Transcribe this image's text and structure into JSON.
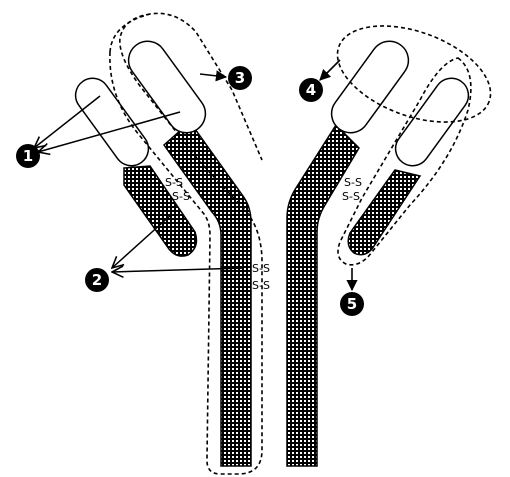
{
  "diagram": {
    "callouts": {
      "c1": "1",
      "c2": "2",
      "c3": "3",
      "c4": "4",
      "c5": "5"
    },
    "disulfide_bonds": {
      "left_upper": "S-S",
      "left_lower": "S-S",
      "hinge_upper": "S-S",
      "hinge_lower": "S-S",
      "right_upper": "S-S",
      "right_lower": "S-S"
    },
    "colors": {
      "stroke": "#000000",
      "background": "#ffffff",
      "pattern_dark": "#000000",
      "pattern_light": "#ffffff"
    }
  }
}
